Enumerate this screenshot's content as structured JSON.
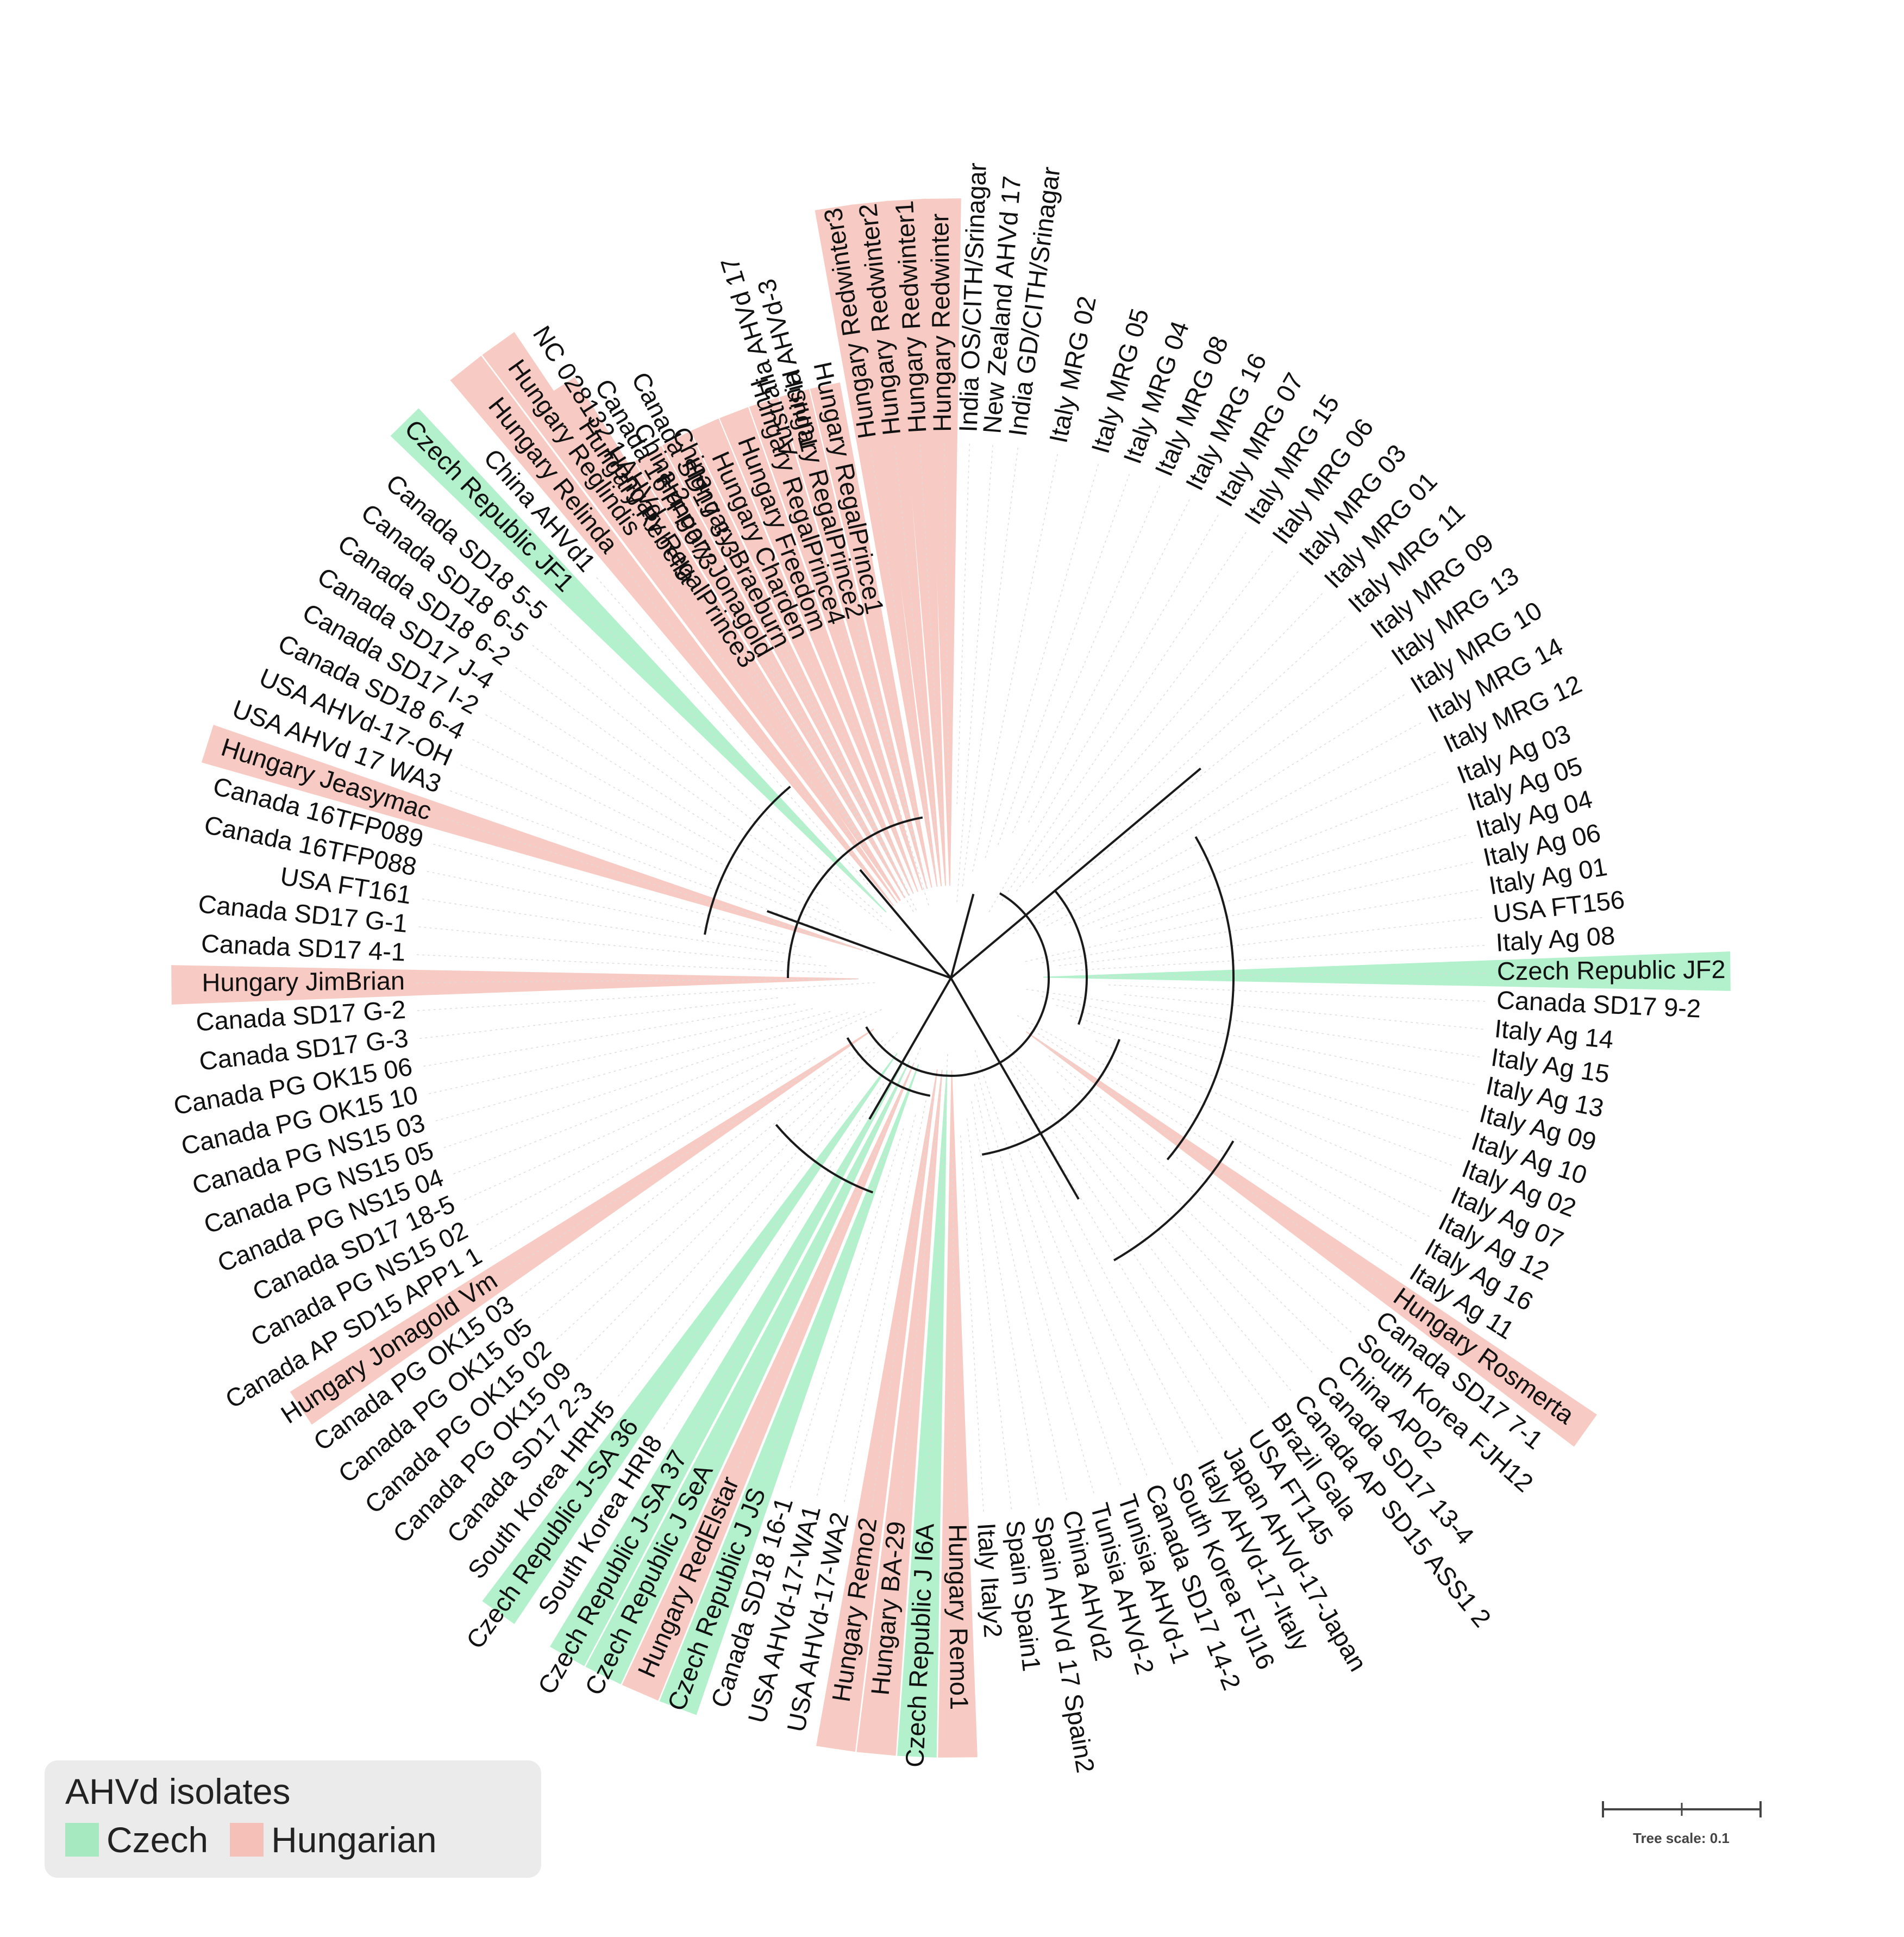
{
  "leaves": [
    {
      "label": "Australia AHVd 17",
      "angle": -107.0
    },
    {
      "label": "Tunisia AHVd-3",
      "angle": -104.7
    },
    {
      "label": "Hungary Redwinter3",
      "angle": -98.6,
      "group": "hungarian"
    },
    {
      "label": "Hungary Redwinter2",
      "angle": -96.0,
      "group": "hungarian"
    },
    {
      "label": "Hungary Redwinter1",
      "angle": -93.3,
      "group": "hungarian"
    },
    {
      "label": "Hungary Redwinter",
      "angle": -90.7,
      "group": "hungarian"
    },
    {
      "label": "India OS/CITH/Srinagar",
      "angle": -88.0
    },
    {
      "label": "New Zealand AHVd 17",
      "angle": -85.5
    },
    {
      "label": "India GD/CITH/Srinagar",
      "angle": -82.8
    },
    {
      "label": "Italy MRG 02",
      "angle": -78.5
    },
    {
      "label": "Italy MRG 05",
      "angle": -74.0
    },
    {
      "label": "Italy MRG 04",
      "angle": -70.5
    },
    {
      "label": "Italy MRG 08",
      "angle": -67.0
    },
    {
      "label": "Italy MRG 16",
      "angle": -63.5
    },
    {
      "label": "Italy MRG 07",
      "angle": -60.0
    },
    {
      "label": "Italy MRG 15",
      "angle": -56.5
    },
    {
      "label": "Italy MRG 06",
      "angle": -53.0
    },
    {
      "label": "Italy MRG 03",
      "angle": -49.5
    },
    {
      "label": "Italy MRG 01",
      "angle": -46.0
    },
    {
      "label": "Italy MRG 11",
      "angle": -42.5
    },
    {
      "label": "Italy MRG 09",
      "angle": -39.0
    },
    {
      "label": "Italy MRG 13",
      "angle": -35.5
    },
    {
      "label": "Italy MRG 10",
      "angle": -32.0
    },
    {
      "label": "Italy MRG 14",
      "angle": -28.5
    },
    {
      "label": "Italy MRG 12",
      "angle": -25.0
    },
    {
      "label": "Italy Ag 03",
      "angle": -21.5
    },
    {
      "label": "Italy Ag 05",
      "angle": -18.5
    },
    {
      "label": "Italy Ag 04",
      "angle": -15.5
    },
    {
      "label": "Italy Ag 06",
      "angle": -12.5
    },
    {
      "label": "Italy Ag 01",
      "angle": -9.5
    },
    {
      "label": "USA FT156",
      "angle": -6.5
    },
    {
      "label": "Italy Ag 08",
      "angle": -3.5
    },
    {
      "label": "Czech Republic JF2",
      "angle": -0.5,
      "group": "czech"
    },
    {
      "label": "Canada SD17 9-2",
      "angle": 2.5
    },
    {
      "label": "Italy Ag 14",
      "angle": 5.5
    },
    {
      "label": "Italy Ag 15",
      "angle": 8.5
    },
    {
      "label": "Italy Ag 13",
      "angle": 11.5
    },
    {
      "label": "Italy Ag 09",
      "angle": 14.5
    },
    {
      "label": "Italy Ag 10",
      "angle": 17.5
    },
    {
      "label": "Italy Ag 02",
      "angle": 20.5
    },
    {
      "label": "Italy Ag 07",
      "angle": 23.5
    },
    {
      "label": "Italy Ag 12",
      "angle": 26.5
    },
    {
      "label": "Italy Ag 16",
      "angle": 29.5
    },
    {
      "label": "Italy Ag 11",
      "angle": 32.5
    },
    {
      "label": "Hungary Rosmerta",
      "angle": 35.5,
      "group": "hungarian"
    },
    {
      "label": "Canada SD17 7-1",
      "angle": 38.5
    },
    {
      "label": "South Korea FJH12",
      "angle": 41.5
    },
    {
      "label": "China AP02",
      "angle": 44.5
    },
    {
      "label": "Canada SD17 13-4",
      "angle": 47.5
    },
    {
      "label": "Canada AP SD15 ASS1 2",
      "angle": 50.5
    },
    {
      "label": "Brazil Gala",
      "angle": 53.5
    },
    {
      "label": "USA FT145",
      "angle": 56.5
    },
    {
      "label": "Japan AHVd-17-Japan",
      "angle": 59.5
    },
    {
      "label": "Italy AHVd-17-Italy",
      "angle": 62.5
    },
    {
      "label": "South Korea FJI16",
      "angle": 65.5
    },
    {
      "label": "Canada SD17 14-2",
      "angle": 68.5
    },
    {
      "label": "Tunisia AHVd-1",
      "angle": 71.5
    },
    {
      "label": "Tunisia AHVd-2",
      "angle": 74.5
    },
    {
      "label": "China AHVd2",
      "angle": 77.5
    },
    {
      "label": "Spain AHVd 17 Spain2",
      "angle": 80.5
    },
    {
      "label": "Spain Spain1",
      "angle": 83.5
    },
    {
      "label": "Italy Italy2",
      "angle": 86.5
    },
    {
      "label": "Hungary Remo1",
      "angle": 89.5,
      "group": "hungarian"
    },
    {
      "label": "Czech Republic J I6A",
      "angle": 92.5,
      "group": "czech"
    },
    {
      "label": "Hungary BA-29",
      "angle": 95.5,
      "group": "hungarian"
    },
    {
      "label": "Hungary Remo2",
      "angle": 98.5,
      "group": "hungarian"
    },
    {
      "label": "USA AHVd-17-WA2",
      "angle": 101.5
    },
    {
      "label": "USA AHVd-17-WA1",
      "angle": 104.5
    },
    {
      "label": "Canada SD18 16-1",
      "angle": 107.5
    },
    {
      "label": "Czech Republic J JS",
      "angle": 110.5,
      "group": "czech"
    },
    {
      "label": "Hungary RedElstar",
      "angle": 113.5,
      "group": "hungarian"
    },
    {
      "label": "Czech Republic J SeA",
      "angle": 116.5,
      "group": "czech"
    },
    {
      "label": "Czech Republic J-SA 37",
      "angle": 119.5,
      "group": "czech"
    },
    {
      "label": "South Korea HRI8",
      "angle": 122.5
    },
    {
      "label": "Czech Republic J-SA 36",
      "angle": 125.5,
      "group": "czech"
    },
    {
      "label": "South Korea HRH5",
      "angle": 128.5
    },
    {
      "label": "Canada SD17 2-3",
      "angle": 131.5
    },
    {
      "label": "Canada PG OK15 09",
      "angle": 134.5
    },
    {
      "label": "Canada PG OK15 02",
      "angle": 137.5
    },
    {
      "label": "Canada PG OK15 05",
      "angle": 140.5
    },
    {
      "label": "Canada PG OK15 03",
      "angle": 143.5
    },
    {
      "label": "Hungary Jonagold Vm",
      "angle": 146.5,
      "group": "hungarian"
    },
    {
      "label": "Canada AP SD15 APP1 1",
      "angle": 149.5
    },
    {
      "label": "Canada PG NS15 02",
      "angle": 152.5
    },
    {
      "label": "Canada SD17 18-5",
      "angle": 155.5
    },
    {
      "label": "Canada PG NS15 04",
      "angle": 158.5
    },
    {
      "label": "Canada PG NS15 05",
      "angle": 161.5
    },
    {
      "label": "Canada PG NS15 03",
      "angle": 164.5
    },
    {
      "label": "Canada PG OK15 10",
      "angle": 167.5
    },
    {
      "label": "Canada PG OK15 06",
      "angle": 170.5
    },
    {
      "label": "Canada SD17 G-3",
      "angle": 173.5
    },
    {
      "label": "Canada SD17 G-2",
      "angle": 176.5
    },
    {
      "label": "Hungary JimBrian",
      "angle": 179.5,
      "group": "hungarian"
    },
    {
      "label": "Canada SD17 4-1",
      "angle": 182.5
    },
    {
      "label": "Canada SD17 G-1",
      "angle": 185.5
    },
    {
      "label": "USA FT161",
      "angle": 188.5
    },
    {
      "label": "Canada 16TFP088",
      "angle": 191.5
    },
    {
      "label": "Canada 16TFP089",
      "angle": 194.5
    },
    {
      "label": "Hungary Jeasymac",
      "angle": 197.5,
      "group": "hungarian"
    },
    {
      "label": "USA AHVd 17 WA3",
      "angle": 200.5
    },
    {
      "label": "USA AHVd-17-OH",
      "angle": 203.5
    },
    {
      "label": "Canada SD18 6-4",
      "angle": 206.5
    },
    {
      "label": "Canada SD17 I-2",
      "angle": 209.5
    },
    {
      "label": "Canada SD17 J-4",
      "angle": 212.5
    },
    {
      "label": "Canada SD18 6-2",
      "angle": 215.5
    },
    {
      "label": "Canada SD18 6-5",
      "angle": 218.5
    },
    {
      "label": "Canada SD18 5-5",
      "angle": 221.5
    },
    {
      "label": "Czech Republic JF1",
      "angle": 225.5,
      "group": "czech"
    },
    {
      "label": "China AHVd1",
      "angle": 228.5
    },
    {
      "label": "Hungary Relinda",
      "angle": 231.5,
      "group": "hungarian"
    },
    {
      "label": "Hungary Reglindis",
      "angle": 234.5,
      "group": "hungarian"
    },
    {
      "label": "NC 028132.1 AHVd",
      "angle": 237.5
    },
    {
      "label": "China 2",
      "angle": 240.5
    },
    {
      "label": "China",
      "angle": 243.5
    },
    {
      "label": "Hungary Rebella",
      "angle": 236.5,
      "group": "hungarian"
    },
    {
      "label": "Canada 16TFP073",
      "angle": 239.5
    },
    {
      "label": "Canada SD17 3-3",
      "angle": 242.5
    },
    {
      "label": "Hungary RegalPrince3",
      "angle": 237.0,
      "group": "hungarian"
    },
    {
      "label": "Hungary Jonagold",
      "angle": 240.0,
      "group": "hungarian"
    },
    {
      "label": "Hungary Braeburn",
      "angle": 243.0,
      "group": "hungarian"
    },
    {
      "label": "Hungary Charden",
      "angle": 246.0,
      "group": "hungarian"
    },
    {
      "label": "Hungary Freedom",
      "angle": 249.0,
      "group": "hungarian"
    },
    {
      "label": "Hungary RegalPrince4",
      "angle": 252.0,
      "group": "hungarian"
    },
    {
      "label": "Hungary RegalPrince2",
      "angle": 255.0,
      "group": "hungarian"
    },
    {
      "label": "Hungary RegalPrince1",
      "angle": 258.0,
      "group": "hungarian"
    }
  ],
  "colors": {
    "czech": "#b3f0cc",
    "hungarian": "#f7cbc3",
    "branch": "#1a1a1a"
  },
  "legend": {
    "title": "AHVd isolates",
    "items": [
      {
        "label": "Czech",
        "color": "#a6e8c0"
      },
      {
        "label": "Hungarian",
        "color": "#f4c0b8"
      }
    ]
  },
  "scale_bar": {
    "label": "Tree scale: 0.1"
  }
}
